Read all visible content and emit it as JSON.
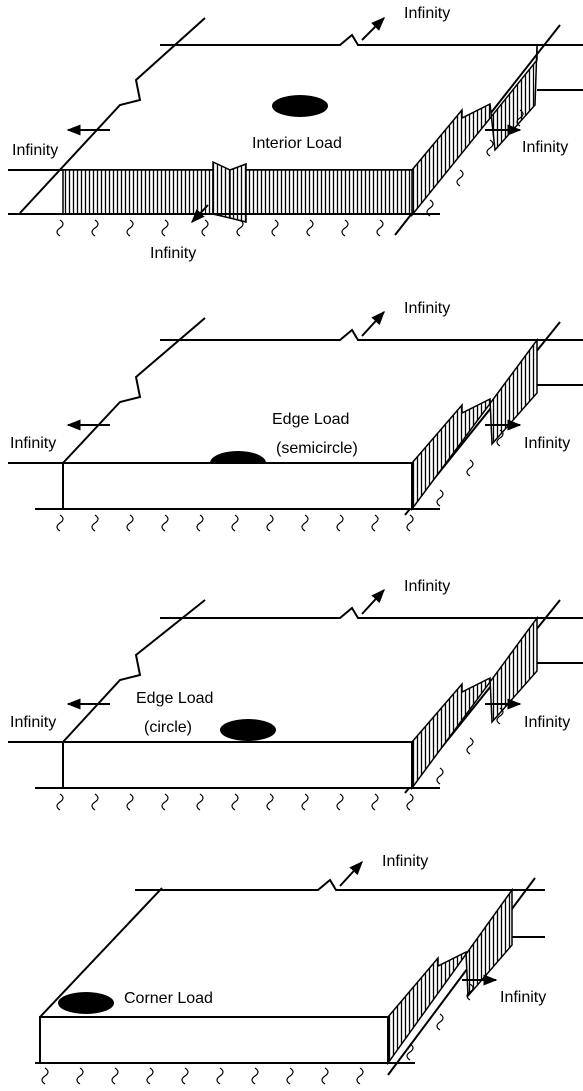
{
  "panels": [
    {
      "load_label": [
        "Interior Load"
      ],
      "infinity_labels": [
        "Infinity",
        "Infinity",
        "Infinity",
        "Infinity"
      ]
    },
    {
      "load_label": [
        "Edge Load",
        "(semicircle)"
      ],
      "infinity_labels": [
        "Infinity",
        "Infinity",
        "Infinity"
      ]
    },
    {
      "load_label": [
        "Edge Load",
        "(circle)"
      ],
      "infinity_labels": [
        "Infinity",
        "Infinity",
        "Infinity"
      ]
    },
    {
      "load_label": [
        "Corner Load"
      ],
      "infinity_labels": [
        "Infinity",
        "Infinity"
      ]
    }
  ],
  "colors": {
    "stroke": "#000000",
    "fill": "#ffffff",
    "load": "#000000"
  }
}
